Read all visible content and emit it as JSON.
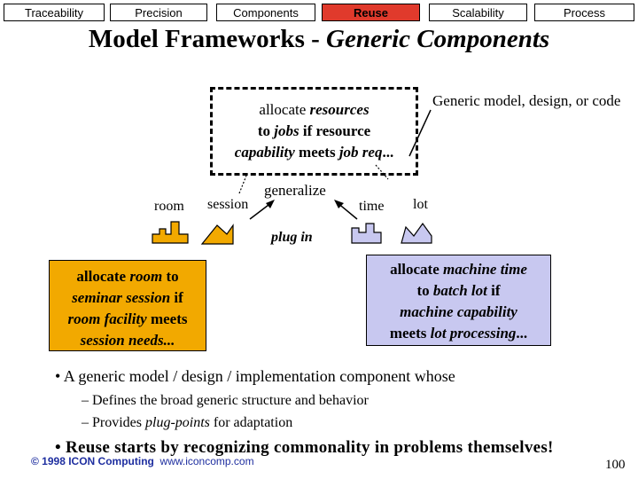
{
  "tabs": [
    {
      "label": "Traceability",
      "active": false
    },
    {
      "label": "Precision",
      "active": false
    },
    {
      "label": "Components",
      "active": false
    },
    {
      "label": "Reuse",
      "active": true
    },
    {
      "label": "Scalability",
      "active": false
    },
    {
      "label": "Process",
      "active": false
    }
  ],
  "title": {
    "main": "Model Frameworks - ",
    "italic": "Generic Components"
  },
  "diagram": {
    "generic_label": "Generic model, design, or code",
    "generic_box": {
      "line1_a": "allocate ",
      "line1_b": "resources",
      "line2_a": "to ",
      "line2_b": "jobs",
      "line2_c": " if resource",
      "line3_a": "capability",
      "line3_b": " meets ",
      "line3_c": "job req",
      "line3_d": "..."
    },
    "generalize": "generalize",
    "plug_in": "plug in",
    "labels": {
      "room": "room",
      "session": "session",
      "time": "time",
      "lot": "lot"
    },
    "room_box": {
      "line1_a": "allocate ",
      "line1_b": "room",
      "line1_c": " to",
      "line2_a": "seminar session",
      "line2_b": " if",
      "line3_a": "room facility",
      "line3_b": " meets",
      "line4_a": "session needs..."
    },
    "machine_box": {
      "line1_a": "allocate ",
      "line1_b": "machine time",
      "line2_a": "to ",
      "line2_b": "batch lot",
      "line2_c": " if",
      "line3_a": "machine capability",
      "line4_a": "meets ",
      "line4_b": "lot processing",
      "line4_c": "..."
    }
  },
  "bullets": {
    "main": "• A generic model / design / implementation component whose",
    "sub1": "– Defines the broad generic structure and behavior",
    "sub2_a": "– Provides ",
    "sub2_b": "plug-points",
    "sub2_c": " for adaptation",
    "bold": "• Reuse starts by recognizing commonality in problems themselves!"
  },
  "footer": {
    "copyright_bold": "© 1998 ICON Computing",
    "url": "www.iconcomp.com",
    "page": "100"
  },
  "colors": {
    "active_tab": "#e03a2c",
    "room_box": "#f2a900",
    "machine_box": "#c8c8f0",
    "orange_shape": "#f2a900",
    "blue_shape": "#c8c8f0",
    "footer_text": "#1f2fa0"
  },
  "icons": [
    "arrow-icon",
    "room-shape-icon",
    "session-shape-icon",
    "time-shape-icon",
    "lot-shape-icon"
  ]
}
